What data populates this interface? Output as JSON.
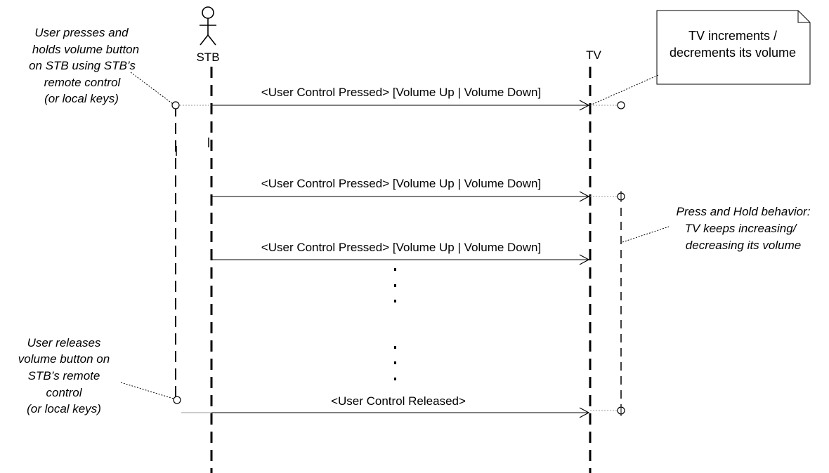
{
  "lifelines": {
    "stb": {
      "label": "STB"
    },
    "tv": {
      "label": "TV"
    }
  },
  "messages": [
    {
      "label": "<User Control Pressed> [Volume Up | Volume Down]"
    },
    {
      "label": "<User Control Pressed> [Volume Up | Volume Down]"
    },
    {
      "label": "<User Control Pressed> [Volume Up | Volume Down]"
    },
    {
      "label": "<User Control Released>"
    }
  ],
  "notes": {
    "press": [
      "User presses and",
      "holds volume button",
      "on STB using STB’s",
      "remote control",
      "(or local keys)"
    ],
    "release": [
      "User releases",
      "volume button on",
      "STB’s remote",
      "control",
      "(or local keys)"
    ],
    "tv_action": [
      "TV increments /",
      "decrements its volume"
    ],
    "hold_behavior": [
      "Press and Hold behavior:",
      "TV keeps increasing/",
      "decreasing its volume"
    ]
  },
  "ellipsis": "⋮"
}
